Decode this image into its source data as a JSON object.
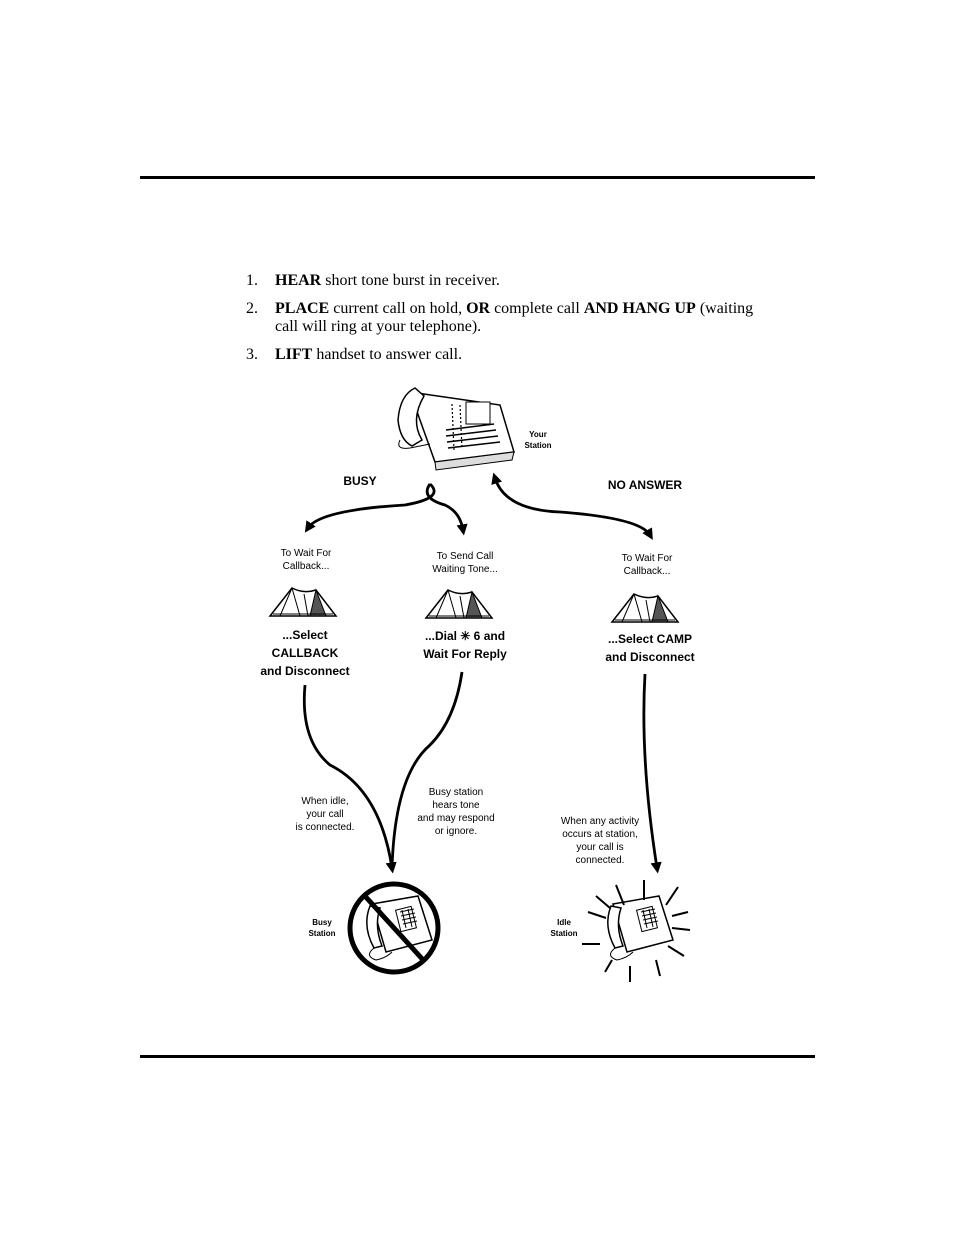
{
  "steps": [
    {
      "num": "1.",
      "parts": [
        {
          "b": "HEAR"
        },
        {
          "t": " short tone burst in receiver."
        }
      ]
    },
    {
      "num": "2.",
      "parts": [
        {
          "b": "PLACE"
        },
        {
          "t": " current call on hold, "
        },
        {
          "b": "OR"
        },
        {
          "t": " complete call "
        },
        {
          "b": "AND HANG UP"
        },
        {
          "t": " (waiting call will ring at your telephone)."
        }
      ]
    },
    {
      "num": "3.",
      "parts": [
        {
          "b": "LIFT"
        },
        {
          "t": " handset to answer call."
        }
      ]
    }
  ],
  "diagram": {
    "your_station": "Your\nStation",
    "busy": "BUSY",
    "no_answer": "NO ANSWER",
    "branch1_intro": "To Wait For\nCallback...",
    "branch1_action": "...Select\nCALLBACK\nand Disconnect",
    "branch2_intro": "To Send Call\nWaiting Tone...",
    "branch2_action": "...Dial ✳ 6 and\nWait For Reply",
    "branch3_intro": "To Wait For\nCallback...",
    "branch3_action": "...Select CAMP\nand Disconnect",
    "note_idle": "When idle,\nyour call\nis connected.",
    "note_busy_tone": "Busy station\nhears tone\nand may respond\nor ignore.",
    "note_activity": "When any activity\noccurs at station,\nyour call is\nconnected.",
    "busy_station": "Busy\nStation",
    "idle_station": "Idle\nStation"
  },
  "icons": [
    "desk-telephone-icon",
    "tent-icon",
    "prohibited-icon",
    "ringing-telephone-icon"
  ]
}
